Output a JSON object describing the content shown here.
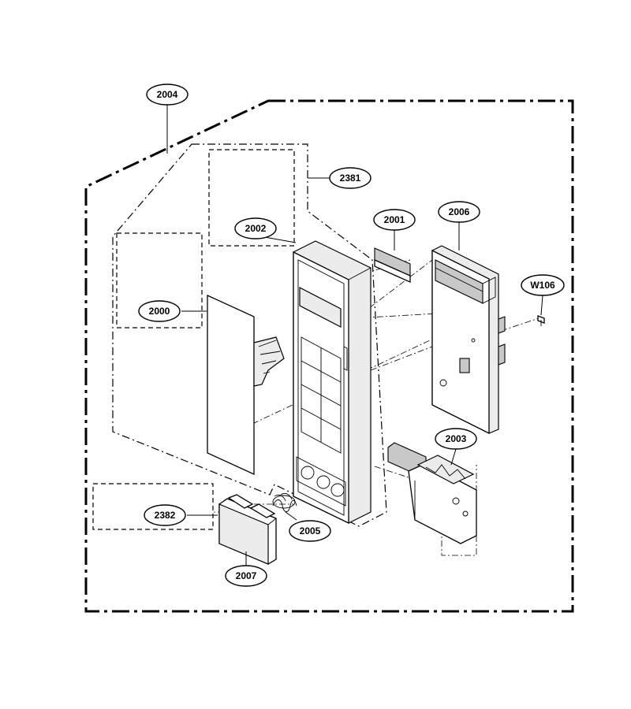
{
  "callouts": [
    {
      "id": "c2004",
      "label": "2004"
    },
    {
      "id": "c2381",
      "label": "2381"
    },
    {
      "id": "c2002",
      "label": "2002"
    },
    {
      "id": "c2001",
      "label": "2001"
    },
    {
      "id": "c2006",
      "label": "2006"
    },
    {
      "id": "cW106",
      "label": "W106"
    },
    {
      "id": "c2000",
      "label": "2000"
    },
    {
      "id": "c2003",
      "label": "2003"
    },
    {
      "id": "c2382",
      "label": "2382"
    },
    {
      "id": "c2005",
      "label": "2005"
    },
    {
      "id": "c2007",
      "label": "2007"
    }
  ]
}
